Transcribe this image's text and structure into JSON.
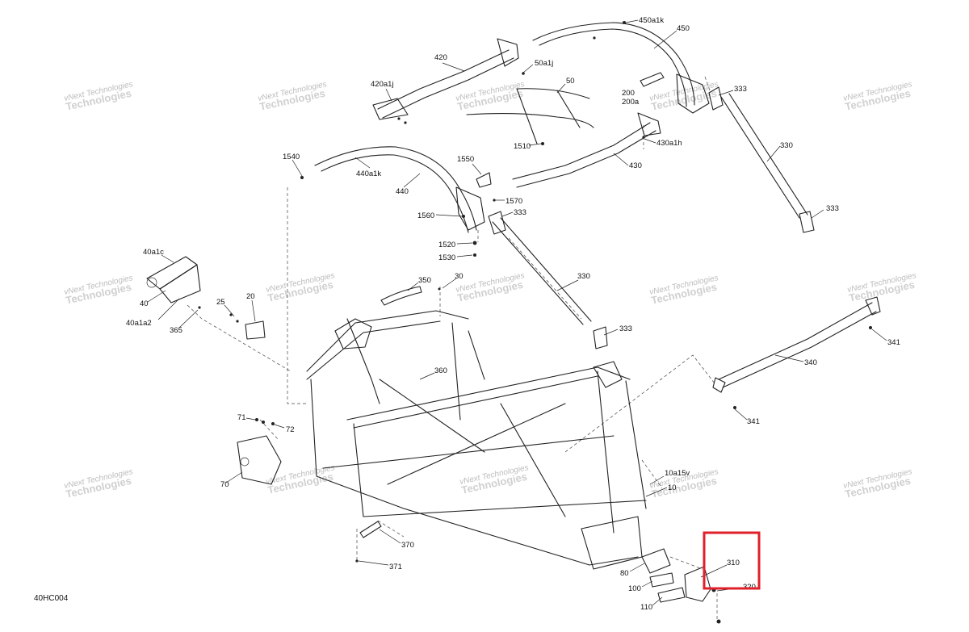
{
  "diagram": {
    "figure_code": "40HC004",
    "watermark": {
      "line1": "vNext Technologies",
      "line2": "Technologies"
    },
    "highlight_color": "#e0202a",
    "labels": [
      {
        "id": "450a1k",
        "text": "450a1k"
      },
      {
        "id": "450",
        "text": "450"
      },
      {
        "id": "420",
        "text": "420"
      },
      {
        "id": "50a1j",
        "text": "50a1j"
      },
      {
        "id": "420a1j",
        "text": "420a1j"
      },
      {
        "id": "50",
        "text": "50"
      },
      {
        "id": "200",
        "text": "200"
      },
      {
        "id": "200a",
        "text": "200a"
      },
      {
        "id": "333a",
        "text": "333"
      },
      {
        "id": "430a1h",
        "text": "430a1h"
      },
      {
        "id": "1510",
        "text": "1510"
      },
      {
        "id": "1540",
        "text": "1540"
      },
      {
        "id": "440a1k",
        "text": "440a1k"
      },
      {
        "id": "1550",
        "text": "1550"
      },
      {
        "id": "430",
        "text": "430"
      },
      {
        "id": "330a",
        "text": "330"
      },
      {
        "id": "440",
        "text": "440"
      },
      {
        "id": "1570",
        "text": "1570"
      },
      {
        "id": "1560",
        "text": "1560"
      },
      {
        "id": "333b",
        "text": "333"
      },
      {
        "id": "333c",
        "text": "333"
      },
      {
        "id": "1520",
        "text": "1520"
      },
      {
        "id": "1530",
        "text": "1530"
      },
      {
        "id": "40a1c",
        "text": "40a1c"
      },
      {
        "id": "350",
        "text": "350"
      },
      {
        "id": "30",
        "text": "30"
      },
      {
        "id": "330b",
        "text": "330"
      },
      {
        "id": "20",
        "text": "20"
      },
      {
        "id": "25",
        "text": "25"
      },
      {
        "id": "40",
        "text": "40"
      },
      {
        "id": "40a1a2",
        "text": "40a1a2"
      },
      {
        "id": "365",
        "text": "365"
      },
      {
        "id": "333d",
        "text": "333"
      },
      {
        "id": "341a",
        "text": "341"
      },
      {
        "id": "360",
        "text": "360"
      },
      {
        "id": "340",
        "text": "340"
      },
      {
        "id": "71",
        "text": "71"
      },
      {
        "id": "72",
        "text": "72"
      },
      {
        "id": "341b",
        "text": "341"
      },
      {
        "id": "70",
        "text": "70"
      },
      {
        "id": "10a15v",
        "text": "10a15v"
      },
      {
        "id": "10",
        "text": "10"
      },
      {
        "id": "370",
        "text": "370"
      },
      {
        "id": "371",
        "text": "371"
      },
      {
        "id": "310",
        "text": "310"
      },
      {
        "id": "80",
        "text": "80"
      },
      {
        "id": "100",
        "text": "100"
      },
      {
        "id": "110",
        "text": "110"
      },
      {
        "id": "320",
        "text": "320"
      }
    ]
  }
}
